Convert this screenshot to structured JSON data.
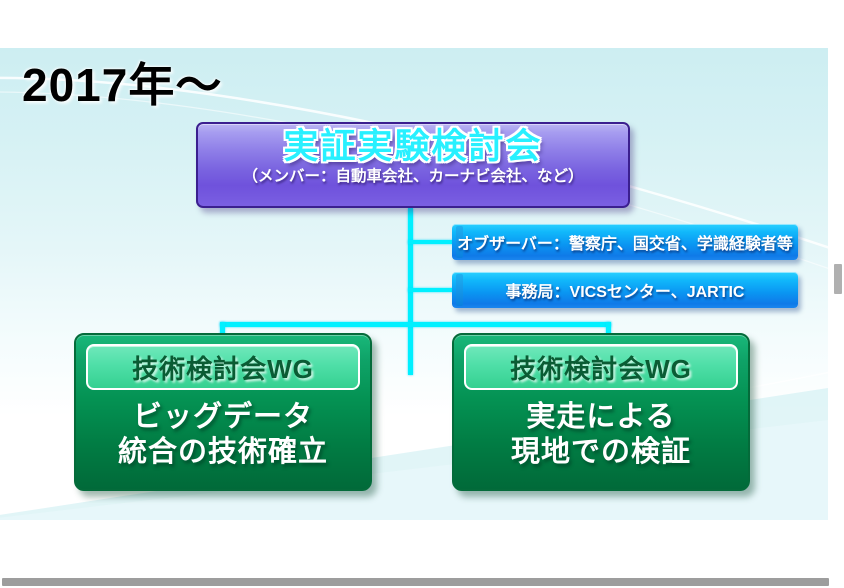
{
  "slide": {
    "title": "2017年〜",
    "top_box": {
      "heading": "実証実験検討会",
      "subheading": "（メンバー：自動車会社、カーナビ会社、など）",
      "color": "#7a64e0"
    },
    "side_bars": [
      {
        "label": "オブザーバー：警察庁、国交省、学識経験者等",
        "color": "#0a95f2"
      },
      {
        "label": "事務局：VICSセンター、JARTIC",
        "color": "#0a95f2"
      }
    ],
    "work_groups": [
      {
        "header": "技術検討会WG",
        "lines": [
          "ビッグデータ",
          "統合の技術確立"
        ],
        "color": "#049253"
      },
      {
        "header": "技術検討会WG",
        "lines": [
          "実走による",
          "現地での検証"
        ],
        "color": "#049253"
      }
    ],
    "connector_color": "#00f0ff",
    "background_color": "#d5f1f4"
  }
}
